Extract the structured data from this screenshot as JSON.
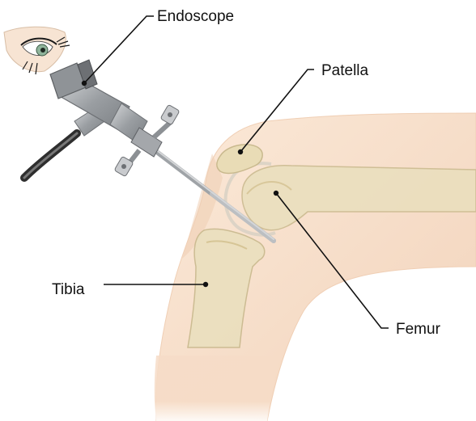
{
  "labels": {
    "endoscope": "Endoscope",
    "patella": "Patella",
    "tibia": "Tibia",
    "femur": "Femur"
  },
  "colors": {
    "skin": "#f7dfcb",
    "skin_shadow": "#efcdb3",
    "bone": "#e9dcb6",
    "bone_outline": "#c9b98e",
    "metal": "#a9acaf",
    "metal_dark": "#6d7074",
    "cable": "#3a3a3a",
    "leader_line": "#111111"
  },
  "icons": {
    "eye": "eye-icon"
  }
}
